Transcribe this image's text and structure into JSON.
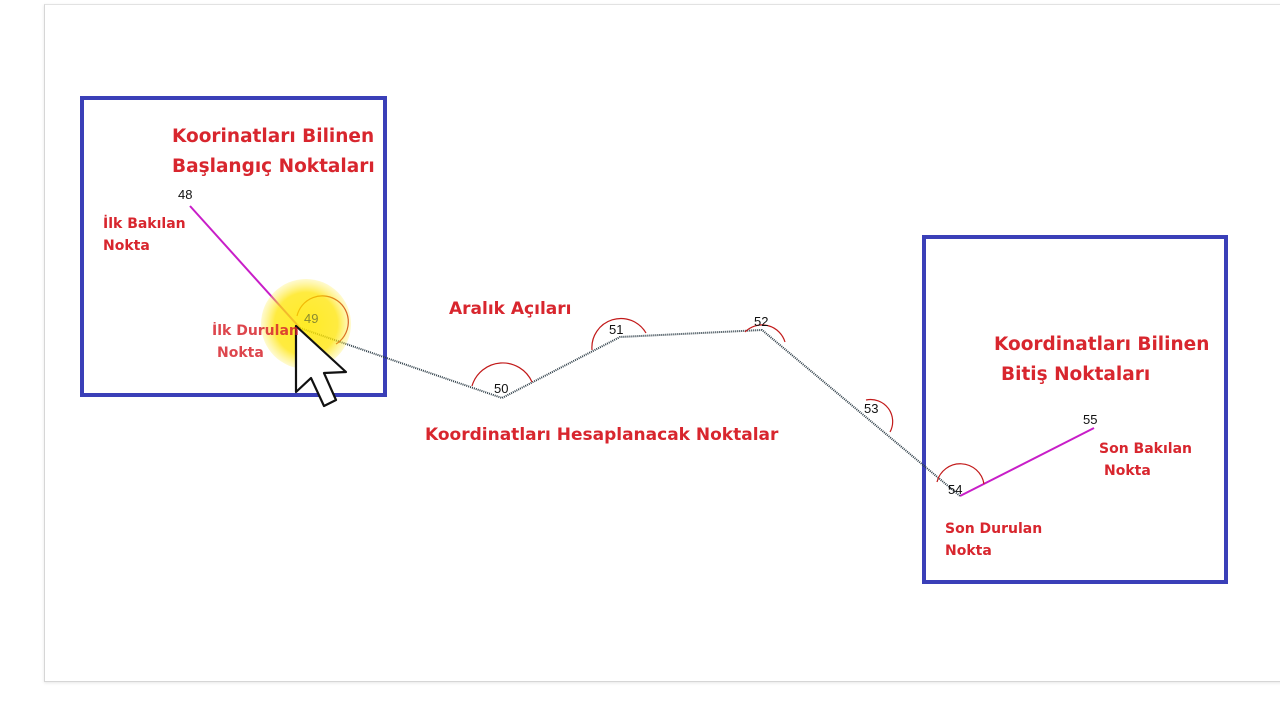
{
  "labels": {
    "start_title": [
      "Koorinatları Bilinen",
      "Başlangıç Noktaları"
    ],
    "end_title": [
      "Koordinatları Bilinen",
      "Bitiş Noktaları"
    ],
    "first_backsight": [
      "İlk Bakılan",
      "Nokta"
    ],
    "first_station": [
      "İlk Durulan",
      "Nokta"
    ],
    "interval_angles": "Aralık Açıları",
    "computed_points": "Koordinatları Hesaplanacak Noktalar",
    "last_station": [
      "Son Durulan",
      "Nokta"
    ],
    "last_backsight": [
      "Son Bakılan",
      "Nokta"
    ]
  },
  "points": {
    "p48": "48",
    "p49": "49",
    "p50": "50",
    "p51": "51",
    "p52": "52",
    "p53": "53",
    "p54": "54",
    "p55": "55"
  },
  "colors": {
    "label_red": "#d8262e",
    "box_blue": "#3a3fb8",
    "traverse_line": "#2e3e48",
    "reference_line": "#c81ec8",
    "angle_arc": "#c21a1a",
    "cursor_highlight": "#ffe800"
  },
  "cursor": {
    "icon": "mouse-pointer-icon",
    "highlight": "cursor-highlight"
  }
}
